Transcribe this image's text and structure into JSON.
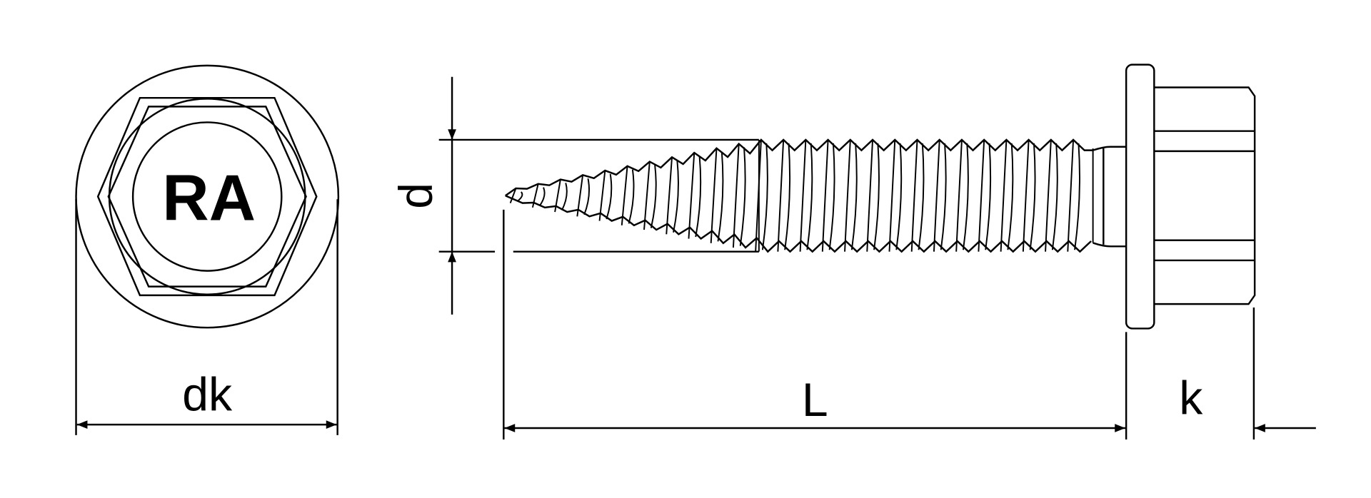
{
  "head_marking": "RA",
  "dimensions": {
    "head_diameter": "dk",
    "thread_diameter": "d",
    "length": "L",
    "head_height": "k"
  },
  "colors": {
    "line": "#000000",
    "background": "#ffffff"
  }
}
